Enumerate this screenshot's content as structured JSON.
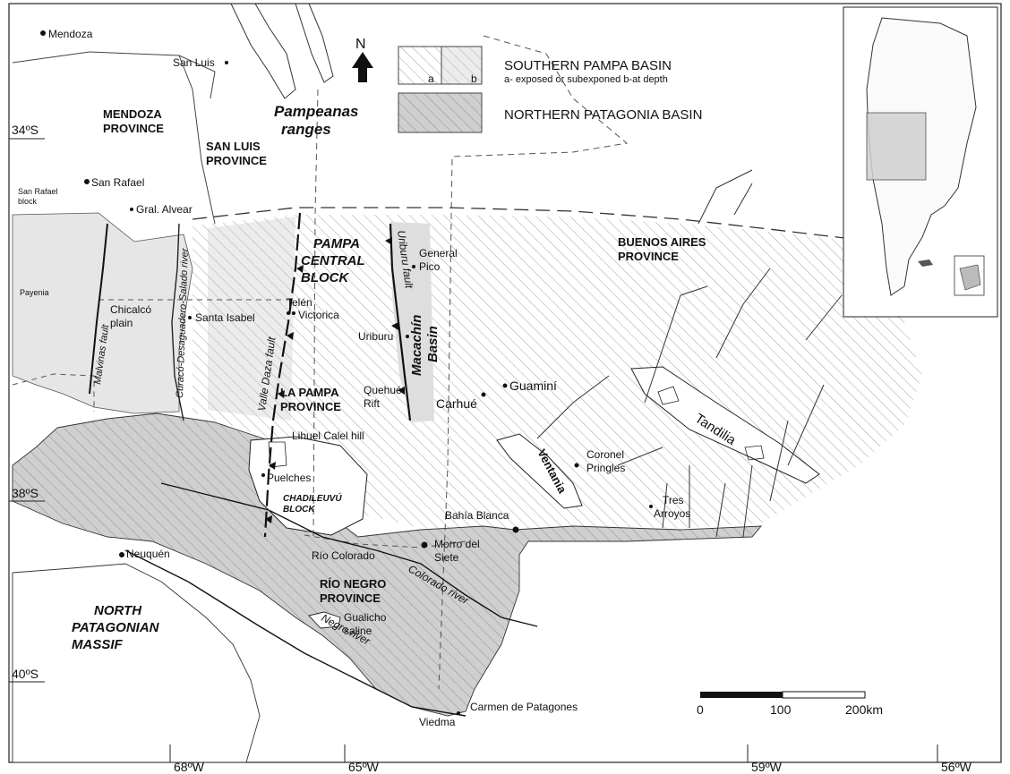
{
  "legend": {
    "southern_title": "SOUTHERN PAMPA BASIN",
    "southern_sub": "a- exposed or subexponed b-at depth",
    "box_a": "a",
    "box_b": "b",
    "northern_title": "NORTHERN PATAGONIA BASIN"
  },
  "north": "N",
  "coords": {
    "lat34": "34ºS",
    "lat38": "38ºS",
    "lat40": "40ºS",
    "lon68": "68ºW",
    "lon65": "65ºW",
    "lon59": "59ºW",
    "lon56": "56ºW"
  },
  "scale": {
    "s0": "0",
    "s100": "100",
    "s200": "200km"
  },
  "provinces": {
    "mendoza1": "MENDOZA",
    "mendoza2": "PROVINCE",
    "sanluis1": "SAN LUIS",
    "sanluis2": "PROVINCE",
    "pampa_central1": "PAMPA",
    "pampa_central2": "CENTRAL",
    "pampa_central3": "BLOCK",
    "bsas1": "BUENOS AIRES",
    "bsas2": "PROVINCE",
    "lapampa1": "LA PAMPA",
    "lapampa2": "PROVINCE",
    "rionegro1": "RÍO NEGRO",
    "rionegro2": "PROVINCE",
    "npm1": "NORTH",
    "npm2": "PATAGONIAN",
    "npm3": "MASSIF",
    "chadileuvu1": "CHADILEUVÚ",
    "chadileuvu2": "BLOCK",
    "pampeanas1": "Pampeanas",
    "pampeanas2": "ranges",
    "macachin1": "Macachín",
    "macachin2": "Basin",
    "tandilia": "Tandilia",
    "ventania": "Ventania"
  },
  "places": {
    "mendoza": "Mendoza",
    "sanluis": "San Luis",
    "sanrafael": "San Rafael",
    "sanrafael_block1": "San Rafael",
    "sanrafael_block2": "block",
    "gralalvear": "Gral. Alvear",
    "payenia": "Payenia",
    "chicalco1": "Chicalcó",
    "chicalco2": "plain",
    "santaisabel": "Santa Isabel",
    "telen": "Telén",
    "victorica": "Victorica",
    "generalpico1": "General",
    "generalpico2": "Pico",
    "uriburu": "Uriburu",
    "quehue1": "Quehué",
    "quehue2": "Rift",
    "carhue": "Carhué",
    "guamini": "Guaminí",
    "lihuel": "Lihuel Calel hill",
    "puelches": "Puelches",
    "coronel1": "Coronel",
    "coronel2": "Pringles",
    "tres1": "Tres",
    "tres2": "Arroyos",
    "bahiablanca": "Bahía Blanca",
    "morro1": "Morro del",
    "morro2": "Siete",
    "riocolorado": "Río Colorado",
    "neuquen": "Neuquén",
    "gualicho1": "Gualicho",
    "gualicho2": "saline",
    "viedma": "Viedma",
    "carmen": "Carmen de Patagones"
  },
  "features": {
    "malvinas_fault": "Malvinas fault",
    "curaco_river": "Curacó-Desaguadero-Salado river",
    "valledaza_fault": "Valle Daza fault",
    "uriburu_fault": "Uriburu fault",
    "colorado_river": "Colorado river",
    "negro_river": "Negro river"
  }
}
